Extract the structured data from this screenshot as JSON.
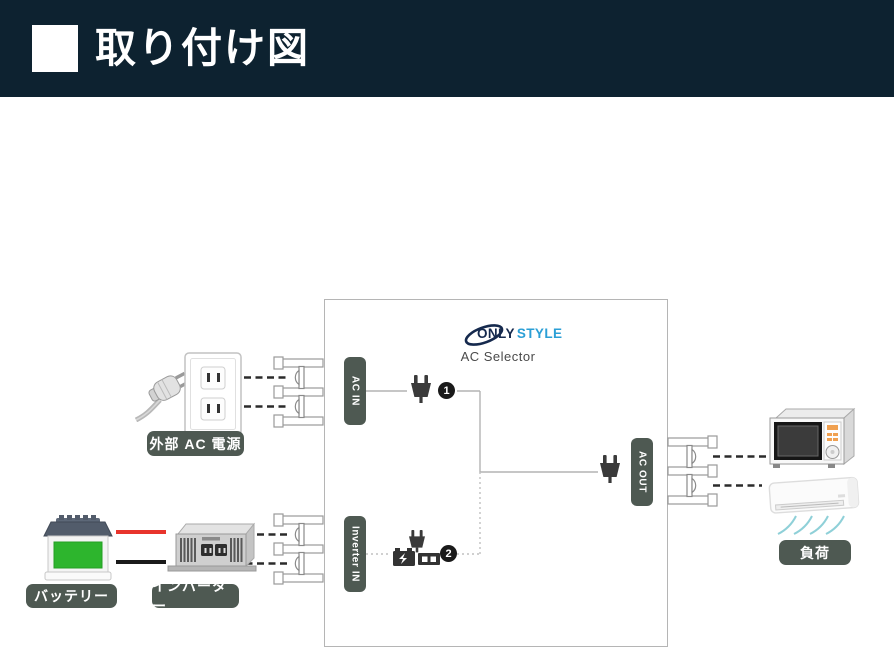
{
  "header": {
    "title": "取り付け図"
  },
  "device": {
    "logo_only": "ONLY",
    "logo_style": "STYLE",
    "name": "AC Selector",
    "ports": {
      "ac_in": "AC IN",
      "inverter_in": "Inverter IN",
      "ac_out": "AC OUT"
    },
    "steps": {
      "one": "1",
      "two": "2"
    }
  },
  "labels": {
    "external_ac": "外部 AC 電源",
    "battery": "バッテリー",
    "inverter": "インバーター",
    "load": "負荷"
  },
  "icons": {
    "plug": "ac-plug-icon",
    "wall_outlet": "wall-outlet-icon",
    "battery": "battery-icon",
    "inverter": "inverter-icon",
    "microwave": "microwave-icon",
    "air_conditioner": "air-conditioner-icon",
    "logo_swoosh": "logo-swoosh-icon",
    "cable_tap": "cable-tap-icon"
  },
  "colors": {
    "header_bg": "#0d2230",
    "pill_bg": "#4e5952",
    "logo_navy": "#15294d",
    "logo_blue": "#2b9fd6",
    "line_gray": "#b3b3b3",
    "dash_dark": "#2b2b2b",
    "battery_green": "#2db52d",
    "wire_red": "#e8342c",
    "wire_black": "#1a1a1a",
    "accent_orange": "#f0a050",
    "airflow_teal": "#8fd0d8"
  }
}
